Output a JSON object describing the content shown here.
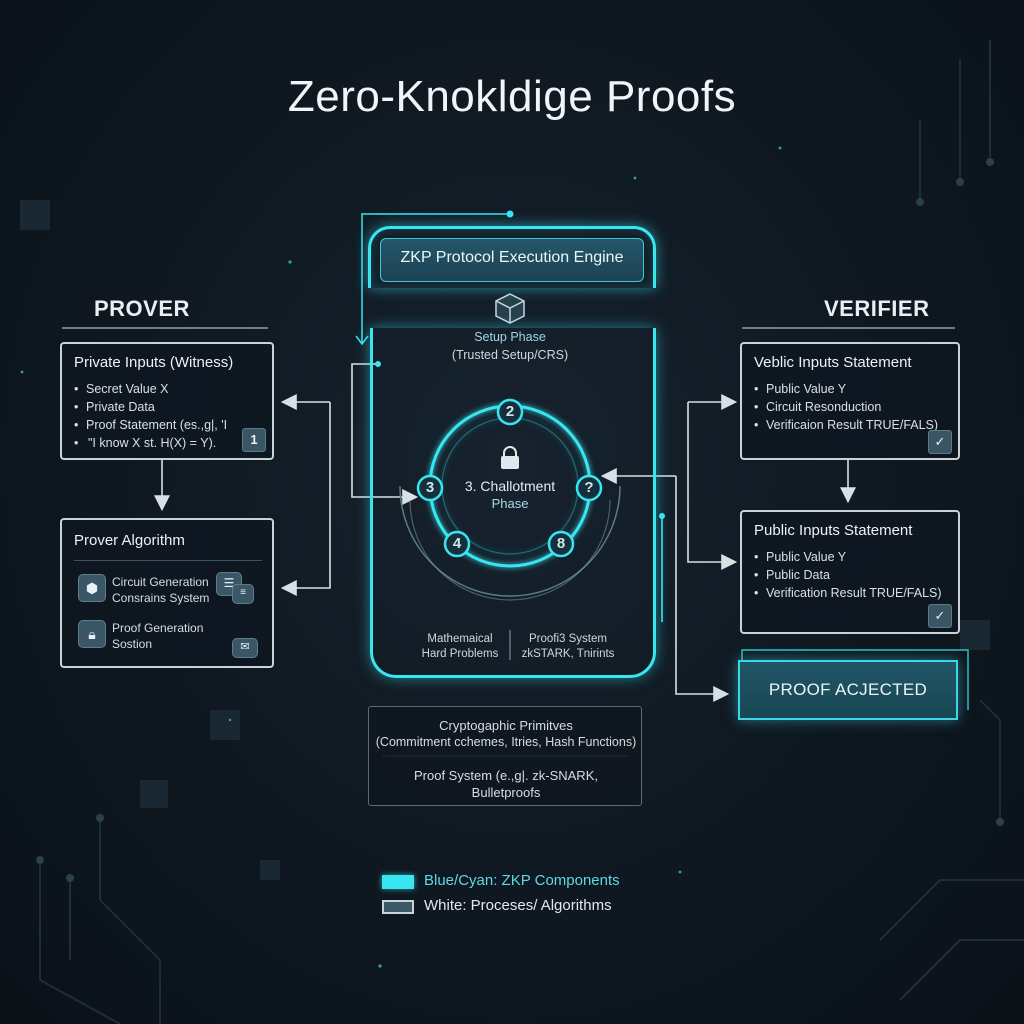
{
  "title": "Zero-Knokldige Proofs",
  "prover": {
    "heading": "PROVER",
    "inputs_box": {
      "title": "Private Inputs (Witness)",
      "bullets": [
        "Secret Value X",
        "Private Data",
        "Proof Statement (es.,g|, 'I",
        "\"I know X st. H(X) = Y)."
      ],
      "badge": "1"
    },
    "algo_box": {
      "title": "Prover Algorithm",
      "items": [
        {
          "line1": "Circuit Generation",
          "line2": "Consrains System",
          "icon": "cube-icon",
          "aux_icon": "list-icon"
        },
        {
          "line1": "Proof Generation",
          "line2": "Sostion",
          "icon": "lock-icon",
          "aux_icon": "envelope-icon"
        }
      ]
    }
  },
  "engine": {
    "title": "ZKP Protocol Execution Engine",
    "setup_label": "Setup Phase",
    "setup_sub": "(Trusted Setup/CRS)",
    "center_line1": "3. Challotment",
    "center_line2": "Phase",
    "ring_nodes": [
      "2",
      "3",
      "?",
      "4",
      "8"
    ],
    "footer_left": [
      "Mathemaical",
      "Hard Problems"
    ],
    "footer_right": [
      "Proofi3 System",
      "zkSTARK, Tnirints"
    ]
  },
  "primitives": {
    "line1": "Cryptogaphic Primitves",
    "line2": "(Commitment cchemes, Itries, Hash Functions)",
    "line3": "Proof System (e.,g|. zk-SNARK,",
    "line4": "Bulletproofs"
  },
  "verifier": {
    "heading": "VERIFIER",
    "box1": {
      "title": "Veblic Inputs Statement",
      "bullets": [
        "Public Value Y",
        "Circuit Resonduction",
        "Verificaion Result TRUE/FALS)"
      ]
    },
    "box2": {
      "title": "Public Inputs Statement",
      "bullets": [
        "Public Value Y",
        "Public Data",
        "Verification Result TRUE/FALS)"
      ]
    },
    "verdict": "PROOF ACJECTED"
  },
  "legend": {
    "items": [
      {
        "label": "Blue/Cyan: ZKP Components",
        "color": "#38e6f2"
      },
      {
        "label": "White: Proceses/ Algorithms",
        "color": "#3d5866"
      }
    ]
  },
  "colors": {
    "accent": "#38e6f2",
    "panel_border": "#c9d2d9"
  }
}
